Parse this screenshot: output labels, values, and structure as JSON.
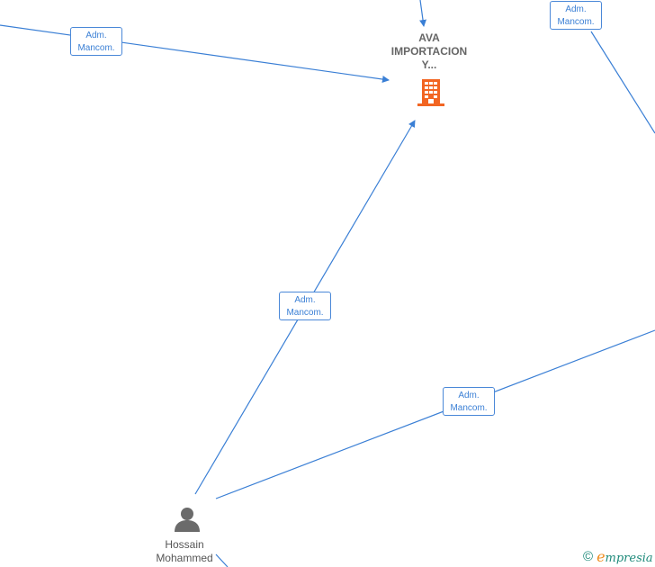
{
  "company": {
    "name_lines": [
      "AVA",
      "IMPORTACION",
      "Y..."
    ],
    "icon": "building-icon",
    "icon_color": "#f26522"
  },
  "person": {
    "name_lines": [
      "Hossain",
      "Mohammed"
    ],
    "icon": "person-icon",
    "icon_color": "#6b6b6b"
  },
  "edge_labels": [
    {
      "line1": "Adm.",
      "line2": "Mancom."
    },
    {
      "line1": "Adm.",
      "line2": "Mancom."
    },
    {
      "line1": "Adm.",
      "line2": "Mancom."
    },
    {
      "line1": "Adm.",
      "line2": "Mancom."
    }
  ],
  "brand": {
    "copyright_symbol": "©",
    "initial": "e",
    "rest": "mpresia"
  },
  "colors": {
    "edge": "#3a7fd5",
    "brand_teal": "#1e8a7a",
    "brand_orange": "#f08c1c"
  }
}
